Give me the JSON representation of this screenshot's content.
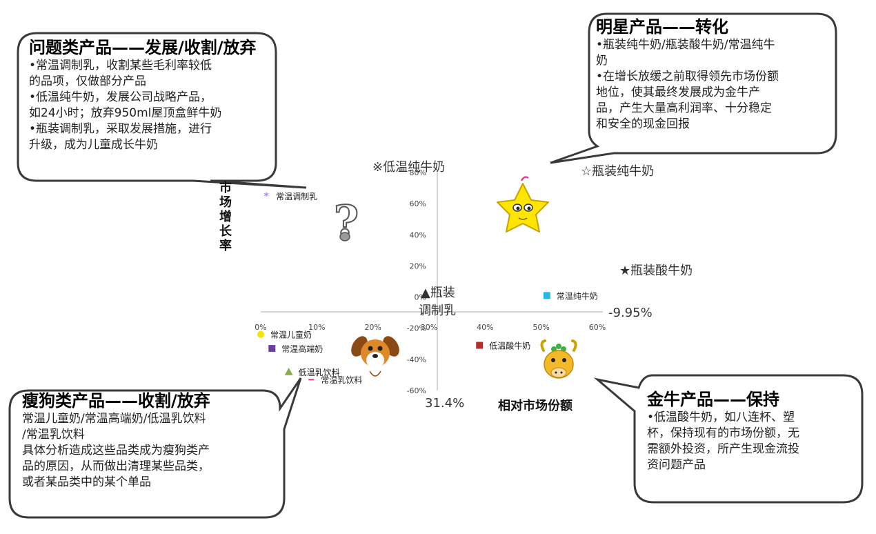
{
  "chart_data": {
    "type": "scatter",
    "xlabel": "相对市场份额",
    "ylabel": "市场增长率",
    "xlim": [
      0,
      0.6
    ],
    "ylim": [
      -0.6,
      0.8
    ],
    "x_ticks": [
      "0%",
      "10%",
      "20%",
      "30%",
      "40%",
      "50%",
      "60%"
    ],
    "y_ticks": [
      "-60%",
      "-40%",
      "-20%",
      "0%",
      "20%",
      "40%",
      "60%",
      "80%"
    ],
    "points": [
      {
        "label": "常温调制乳",
        "x": 0.01,
        "y": 0.65,
        "marker": "asterisk",
        "color": "#b388e6"
      },
      {
        "label": "常温纯牛奶",
        "x": 0.51,
        "y": 0.01,
        "marker": "square",
        "color": "#29b6e6"
      },
      {
        "label": "常温儿童奶",
        "x": 0.0,
        "y": -0.24,
        "marker": "circle",
        "color": "#f2e600"
      },
      {
        "label": "常温高端奶",
        "x": 0.02,
        "y": -0.33,
        "marker": "square",
        "color": "#6b3fa0"
      },
      {
        "label": "低温酸牛奶",
        "x": 0.39,
        "y": -0.31,
        "marker": "square",
        "color": "#b03030"
      },
      {
        "label": "低温乳饮料",
        "x": 0.05,
        "y": -0.48,
        "marker": "triangle",
        "color": "#8ab04a"
      },
      {
        "label": "常温乳饮料",
        "x": 0.09,
        "y": -0.53,
        "marker": "dash",
        "color": "#e63c8c"
      }
    ]
  },
  "floating_labels": {
    "low_temp_milk": "※低温纯牛奶",
    "bottle_milk": "☆瓶装纯牛奶",
    "bottle_yogurt": "★瓶装酸牛奶",
    "bottle_modified_line1": "▲瓶装",
    "bottle_modified_line2": "调制乳",
    "value_neg": "-9.95%",
    "value_share": "31.4%"
  },
  "quadrants": {
    "question": {
      "title": "问题类产品——发展/收割/放弃",
      "lines": [
        "•常温调制乳，收割某些毛利率较低",
        "的品项，仅做部分产品",
        "•低温纯牛奶，发展公司战略产品，",
        "如24小时；放弃950ml屋顶盒鲜牛奶",
        "•瓶装调制乳，采取发展措施，进行",
        "升级，成为儿童成长牛奶"
      ]
    },
    "star": {
      "title": "明星产品——转化",
      "lines": [
        "•瓶装纯牛奶/瓶装酸牛奶/常温纯牛",
        "奶",
        "•在增长放缓之前取得领先市场份额",
        "地位，使其最终发展成为金牛产",
        "品，产生大量高利润率、十分稳定",
        "和安全的现金回报"
      ]
    },
    "dog": {
      "title": "瘦狗类产品——收割/放弃",
      "lines": [
        "常温儿童奶/常温高端奶/低温乳饮料",
        "/常温乳饮料",
        "具体分析造成这些品类成为瘦狗类产",
        "品的原因，从而做出清理某些品类，",
        "或者某品类中的某个单品"
      ]
    },
    "cow": {
      "title": "金牛产品——保持",
      "lines": [
        "•低温酸牛奶，如八连杯、塑",
        "杯，保持现有的市场份额，无",
        "需额外投资，所产生现金流投",
        "资问题产品"
      ]
    }
  },
  "icons": [
    "question-mark-icon",
    "star-mascot-icon",
    "dog-mascot-icon",
    "cow-mascot-icon"
  ],
  "colors": {
    "bubble_border": "#3a3a3a",
    "axis": "#aaaaaa",
    "star_yellow": "#ffe600",
    "dog_brown": "#c9781f",
    "cow_gold": "#f2b92a"
  }
}
